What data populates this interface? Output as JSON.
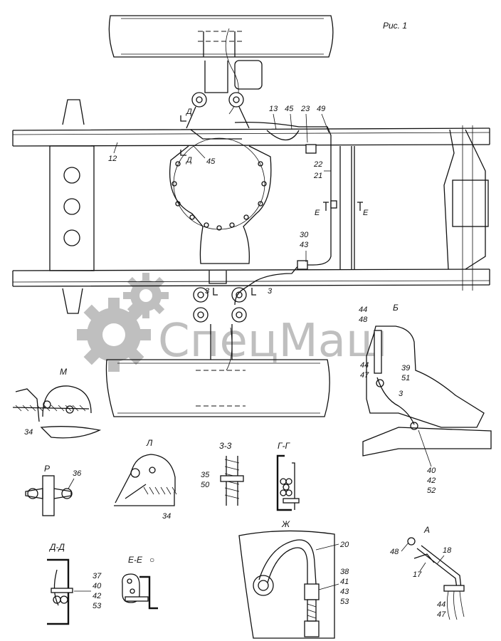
{
  "figure_title": "Рис. 1",
  "watermark": "СпецМаш",
  "colors": {
    "line": "#111111",
    "watermark": "#b9b9b9",
    "background": "#ffffff"
  },
  "frame_labels": {
    "n12": "12",
    "n13": "13",
    "n45a": "45",
    "n23": "23",
    "n49": "49",
    "n22": "22",
    "n21": "21",
    "n45b": "45",
    "n30": "30",
    "n43": "43",
    "cutD_top": "Д",
    "cutD_bottom": "Д",
    "cutE_left": "Е",
    "cutE_right": "Е",
    "cut3_left": "3",
    "cut3_right": "3"
  },
  "section_B": {
    "title": "Б",
    "n44a": "44",
    "n48": "48",
    "n44b": "44",
    "n47": "47",
    "n39": "39",
    "n51": "51",
    "n3": "3",
    "n40": "40",
    "n42": "42",
    "n52": "52"
  },
  "section_M": {
    "title": "М",
    "n34": "34"
  },
  "section_P": {
    "title": "Р",
    "n36": "36"
  },
  "section_L": {
    "title": "Л",
    "n34": "34"
  },
  "section_33": {
    "title": "3-3",
    "n35": "35",
    "n50": "50"
  },
  "section_GG": {
    "title": "Г-Г"
  },
  "section_DD": {
    "title": "Д-Д",
    "n37": "37",
    "n40": "40",
    "n42": "42",
    "n53": "53"
  },
  "section_EE": {
    "title": "Е-Е",
    "mark": "○"
  },
  "section_Zh": {
    "title": "Ж",
    "n20": "20",
    "n38": "38",
    "n41": "41",
    "n43": "43",
    "n53": "53"
  },
  "section_A": {
    "title": "А",
    "n48": "48",
    "n18": "18",
    "n17": "17",
    "n44": "44",
    "n47": "47"
  }
}
